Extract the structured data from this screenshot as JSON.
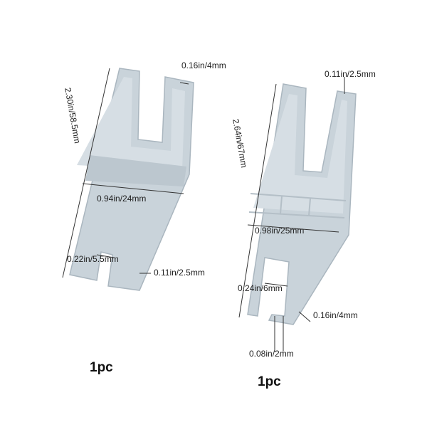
{
  "colors": {
    "piece": "#c9d3da",
    "piece_inner": "#d6dee4",
    "edge": "#aab6bf"
  },
  "left_item": {
    "quantity": "1pc",
    "length": "2.30in/58.5mm",
    "width": "0.94in/24mm",
    "top_slot": "0.16in/4mm",
    "bottom_slot": "0.22in/5.5mm",
    "bottom_prong": "0.11in/2.5mm"
  },
  "right_item": {
    "quantity": "1pc",
    "length": "2.64in/67mm",
    "width": "0.98in/25mm",
    "top_prong": "0.11in/2.5mm",
    "bottom_slot": "0.24in/6mm",
    "tip_height": "0.16in/4mm",
    "tip_width": "0.08in/2mm"
  }
}
